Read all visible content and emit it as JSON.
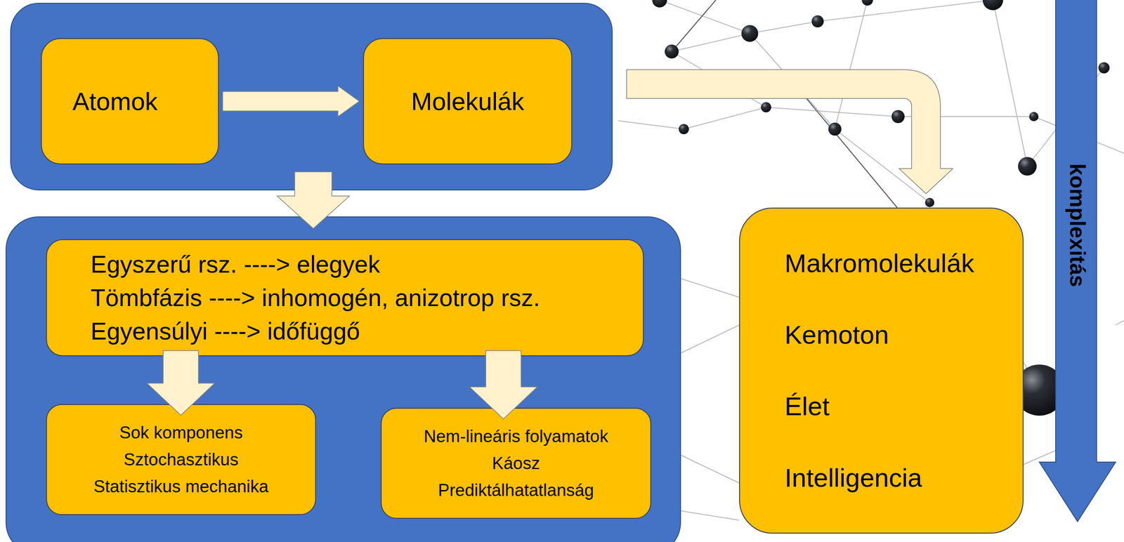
{
  "diagram": {
    "nodes": [
      {
        "text": []
      },
      {
        "text": [
          "Atomok"
        ],
        "in": 0
      },
      {
        "text": [
          "Molekulák"
        ],
        "in": 0
      },
      {
        "text": []
      },
      {
        "text": [
          "Egyszerű rsz. ----> elegyek",
          "Tömbfázis ----> inhomogén, anizotrop rsz.",
          "Egyensúlyi ----> időfüggő"
        ],
        "in": 3
      },
      {
        "text": [
          "Sok komponens",
          "Sztochasztikus",
          "Statisztikus mechanika"
        ],
        "in": 3
      },
      {
        "text": [
          "Nem-lineáris folyamatok",
          "Káosz",
          "Prediktálhatatlanság"
        ],
        "in": 3
      },
      {
        "text": [
          "Makromolekulák",
          "Kemoton",
          "Élet",
          "Intelligencia"
        ]
      }
    ],
    "edges": [
      {
        "from": 1,
        "to": 2,
        "arrow": "to"
      },
      {
        "from": 0,
        "to": 3,
        "arrow": "to"
      },
      {
        "from": 4,
        "to": 5,
        "arrow": "to"
      },
      {
        "from": 4,
        "to": 6,
        "arrow": "to"
      },
      {
        "from": 0,
        "to": 7,
        "arrow": "to"
      }
    ],
    "labels": [
      "komplexitás"
    ]
  }
}
